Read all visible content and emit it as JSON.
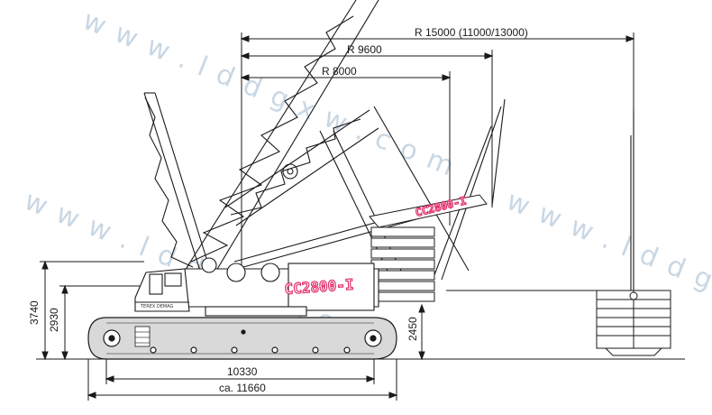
{
  "dimensions": {
    "radius_max": "R 15000 (11000/13000)",
    "radius_mid": "R 9600",
    "radius_min": "R 8000",
    "overall_height": "3740",
    "cab_height": "2930",
    "counterweight_height": "2450",
    "track_length": "10330",
    "overall_length": "ca. 11660"
  },
  "decals": {
    "main_model": "CC2800-I",
    "counterweight_model": "CC2800-I",
    "cab_brand": "TEREX DEMAG"
  },
  "watermark": {
    "text": "w w w . l d d g x w . c o m"
  },
  "colors": {
    "line": "#1a1a1a",
    "body_fill": "#d9d9d9",
    "decal_stroke": "#e0306a",
    "watermark": "#9db8cf"
  }
}
